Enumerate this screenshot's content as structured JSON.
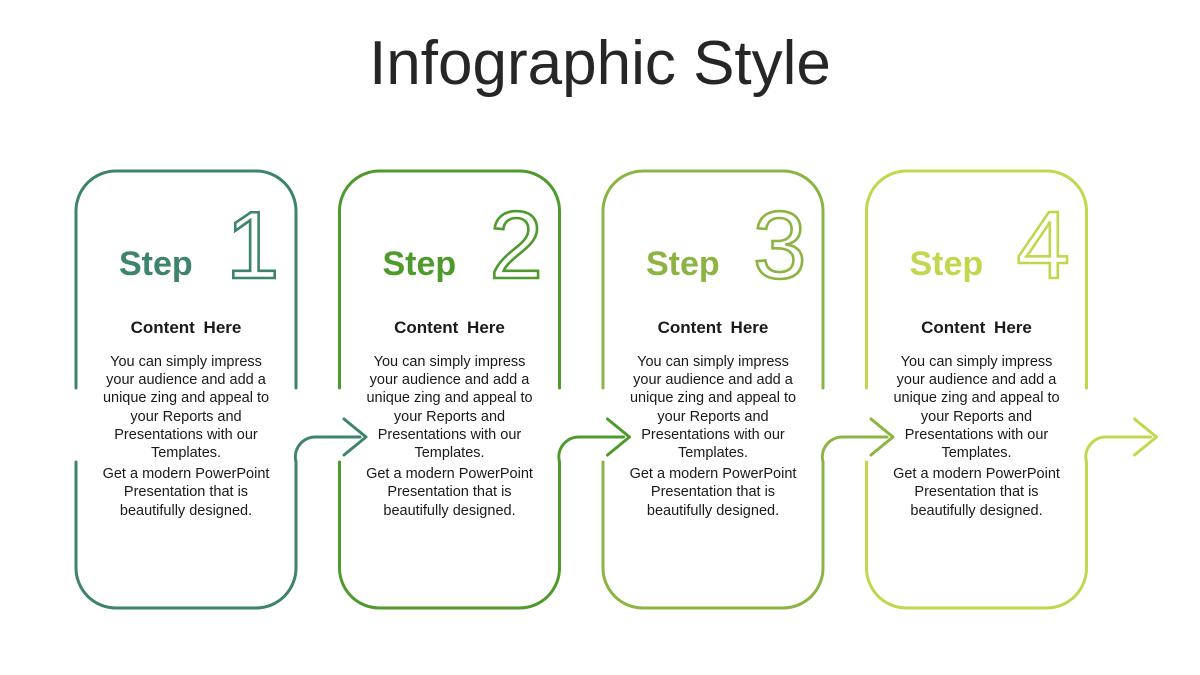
{
  "slide": {
    "title": "Infographic Style"
  },
  "steps": [
    {
      "label": "Step",
      "number": "1",
      "color": "#3e836e",
      "heading": "Content Here",
      "text1": "You can simply impress your audience and add a unique zing and appeal to your Reports and Presentations with our Templates.",
      "text2": "Get a modern PowerPoint Presentation that is beautifully designed."
    },
    {
      "label": "Step",
      "number": "2",
      "color": "#4e9a2c",
      "heading": "Content Here",
      "text1": "You can simply impress your audience and add a unique zing and appeal to your Reports and Presentations with our Templates.",
      "text2": "Get a modern PowerPoint Presentation that is beautifully designed."
    },
    {
      "label": "Step",
      "number": "3",
      "color": "#8db443",
      "heading": "Content Here",
      "text1": "You can simply impress your audience and add a unique zing and appeal to your Reports and Presentations with our Templates.",
      "text2": "Get a modern PowerPoint Presentation that is beautifully designed."
    },
    {
      "label": "Step",
      "number": "4",
      "color": "#c4d64d",
      "heading": "Content Here",
      "text1": "You can simply impress your audience and add a unique zing and appeal to your Reports and Presentations with our Templates.",
      "text2": "Get a modern PowerPoint Presentation that is beautifully designed."
    }
  ]
}
